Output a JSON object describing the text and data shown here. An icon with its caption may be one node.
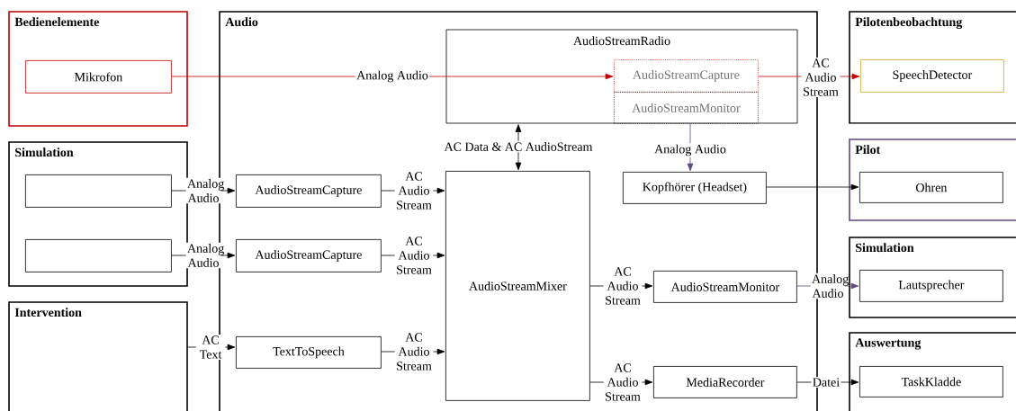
{
  "diagram": {
    "nodes": [
      {
        "text": [
          "Bedienelemente"
        ]
      },
      {
        "text": [
          "Mikrofon"
        ],
        "in": 0
      },
      {
        "text": [
          "Simulation"
        ]
      },
      {
        "text": [],
        "shape": "box",
        "in": 2
      },
      {
        "text": [],
        "shape": "box",
        "in": 2
      },
      {
        "text": [
          "Intervention"
        ]
      },
      {
        "text": [
          "Audio"
        ]
      },
      {
        "text": [
          "AudioStreamRadio"
        ],
        "in": 6
      },
      {
        "text": [
          "AudioStreamCapture"
        ],
        "in": 7
      },
      {
        "text": [
          "AudioStreamMonitor"
        ],
        "in": 7
      },
      {
        "text": [
          "AudioStreamCapture"
        ],
        "in": 6
      },
      {
        "text": [
          "AudioStreamCapture"
        ],
        "in": 6
      },
      {
        "text": [
          "TextToSpeech"
        ],
        "in": 6
      },
      {
        "text": [
          "AudioStreamMixer"
        ],
        "in": 6
      },
      {
        "text": [
          "Kopfhörer (Headset)"
        ],
        "in": 6
      },
      {
        "text": [
          "AudioStreamMonitor"
        ],
        "in": 6
      },
      {
        "text": [
          "MediaRecorder"
        ],
        "in": 6
      },
      {
        "text": [
          "Pilotenbeobachtung"
        ]
      },
      {
        "text": [
          "SpeechDetector"
        ],
        "in": 17
      },
      {
        "text": [
          "Pilot"
        ]
      },
      {
        "text": [
          "Ohren"
        ],
        "in": 19
      },
      {
        "text": [
          "Simulation"
        ]
      },
      {
        "text": [
          "Lautsprecher"
        ],
        "in": 21
      },
      {
        "text": [
          "Auswertung"
        ]
      },
      {
        "text": [
          "TaskKladde"
        ],
        "in": 23
      }
    ],
    "edges": [
      {
        "from": 1,
        "to": 8,
        "arrow": "to",
        "label": "Analog Audio",
        "color": "#c00000"
      },
      {
        "from": 8,
        "to": 18,
        "arrow": "to",
        "label": "AC Audio Stream",
        "color": "#c00000"
      },
      {
        "from": 9,
        "to": 14,
        "arrow": "to",
        "label": "Analog Audio",
        "color": "#5f497a"
      },
      {
        "from": 7,
        "to": 13,
        "arrow": "both",
        "label": "AC Data & AC AudioStream"
      },
      {
        "from": 14,
        "to": 20,
        "arrow": "to"
      },
      {
        "from": 3,
        "to": 10,
        "arrow": "to",
        "label": "Analog Audio"
      },
      {
        "from": 4,
        "to": 11,
        "arrow": "to",
        "label": "Analog Audio"
      },
      {
        "from": 5,
        "to": 12,
        "arrow": "to",
        "label": "AC Text"
      },
      {
        "from": 10,
        "to": 13,
        "arrow": "to",
        "label": "AC Audio Stream"
      },
      {
        "from": 11,
        "to": 13,
        "arrow": "to",
        "label": "AC Audio Stream"
      },
      {
        "from": 12,
        "to": 13,
        "arrow": "to",
        "label": "AC Audio Stream"
      },
      {
        "from": 13,
        "to": 15,
        "arrow": "to",
        "label": "AC Audio Stream"
      },
      {
        "from": 13,
        "to": 16,
        "arrow": "to",
        "label": "AC Audio Stream"
      },
      {
        "from": 15,
        "to": 22,
        "arrow": "to",
        "label": "Analog Audio",
        "color": "#5f497a"
      },
      {
        "from": 16,
        "to": 24,
        "arrow": "to",
        "label": "Datei"
      }
    ]
  }
}
